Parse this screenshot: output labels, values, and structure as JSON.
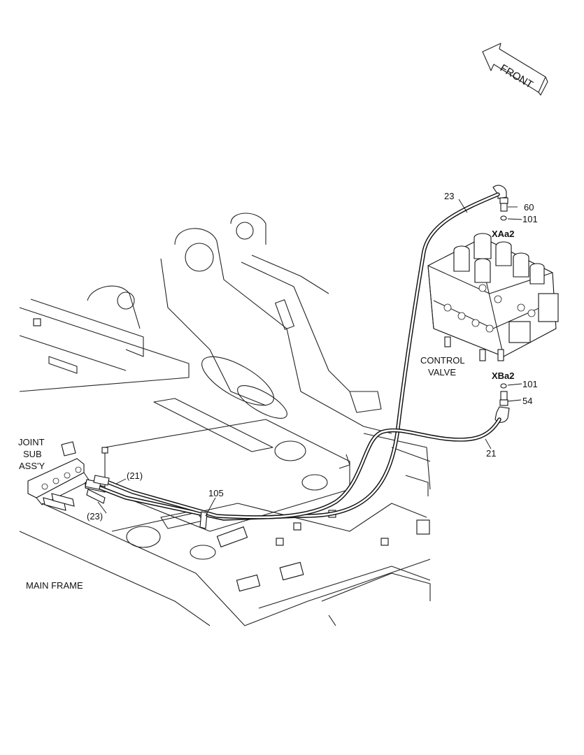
{
  "orientation": {
    "front_label": "FRONT"
  },
  "components": {
    "control_valve": [
      "CONTROL",
      "VALVE"
    ],
    "joint_sub": [
      "JOINT",
      "SUB",
      "ASS'Y"
    ],
    "main_frame": "MAIN FRAME"
  },
  "ports": {
    "upper": "XAa2",
    "lower": "XBa2"
  },
  "callouts": {
    "hose_23": "23",
    "hose_21": "21",
    "hose_21_ref": "(21)",
    "hose_23_ref": "(23)",
    "clamp_105": "105",
    "fitting_60": "60",
    "oring_101_upper": "101",
    "oring_101_lower": "101",
    "fitting_54": "54"
  }
}
